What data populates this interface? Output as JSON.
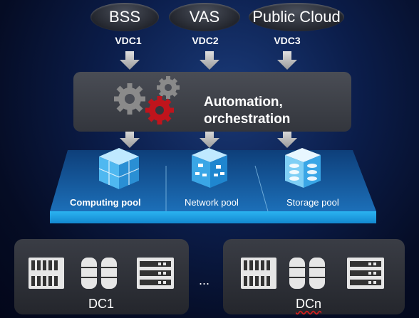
{
  "top_sources": [
    {
      "name": "BSS",
      "vdc": "VDC1"
    },
    {
      "name": "VAS",
      "vdc": "VDC2"
    },
    {
      "name": "Public Cloud",
      "vdc": "VDC3"
    }
  ],
  "automation": {
    "line1": "Automation,",
    "line2": "orchestration"
  },
  "pools": {
    "computing": "Computing pool",
    "network": "Network pool",
    "storage": "Storage pool"
  },
  "datacenters": {
    "first": "DC1",
    "last": "DCn",
    "ellipsis": "..."
  },
  "colors": {
    "platform_blue": "#1fa3e6",
    "gear_red": "#c0141c",
    "gear_grey": "#8a8a8a"
  }
}
